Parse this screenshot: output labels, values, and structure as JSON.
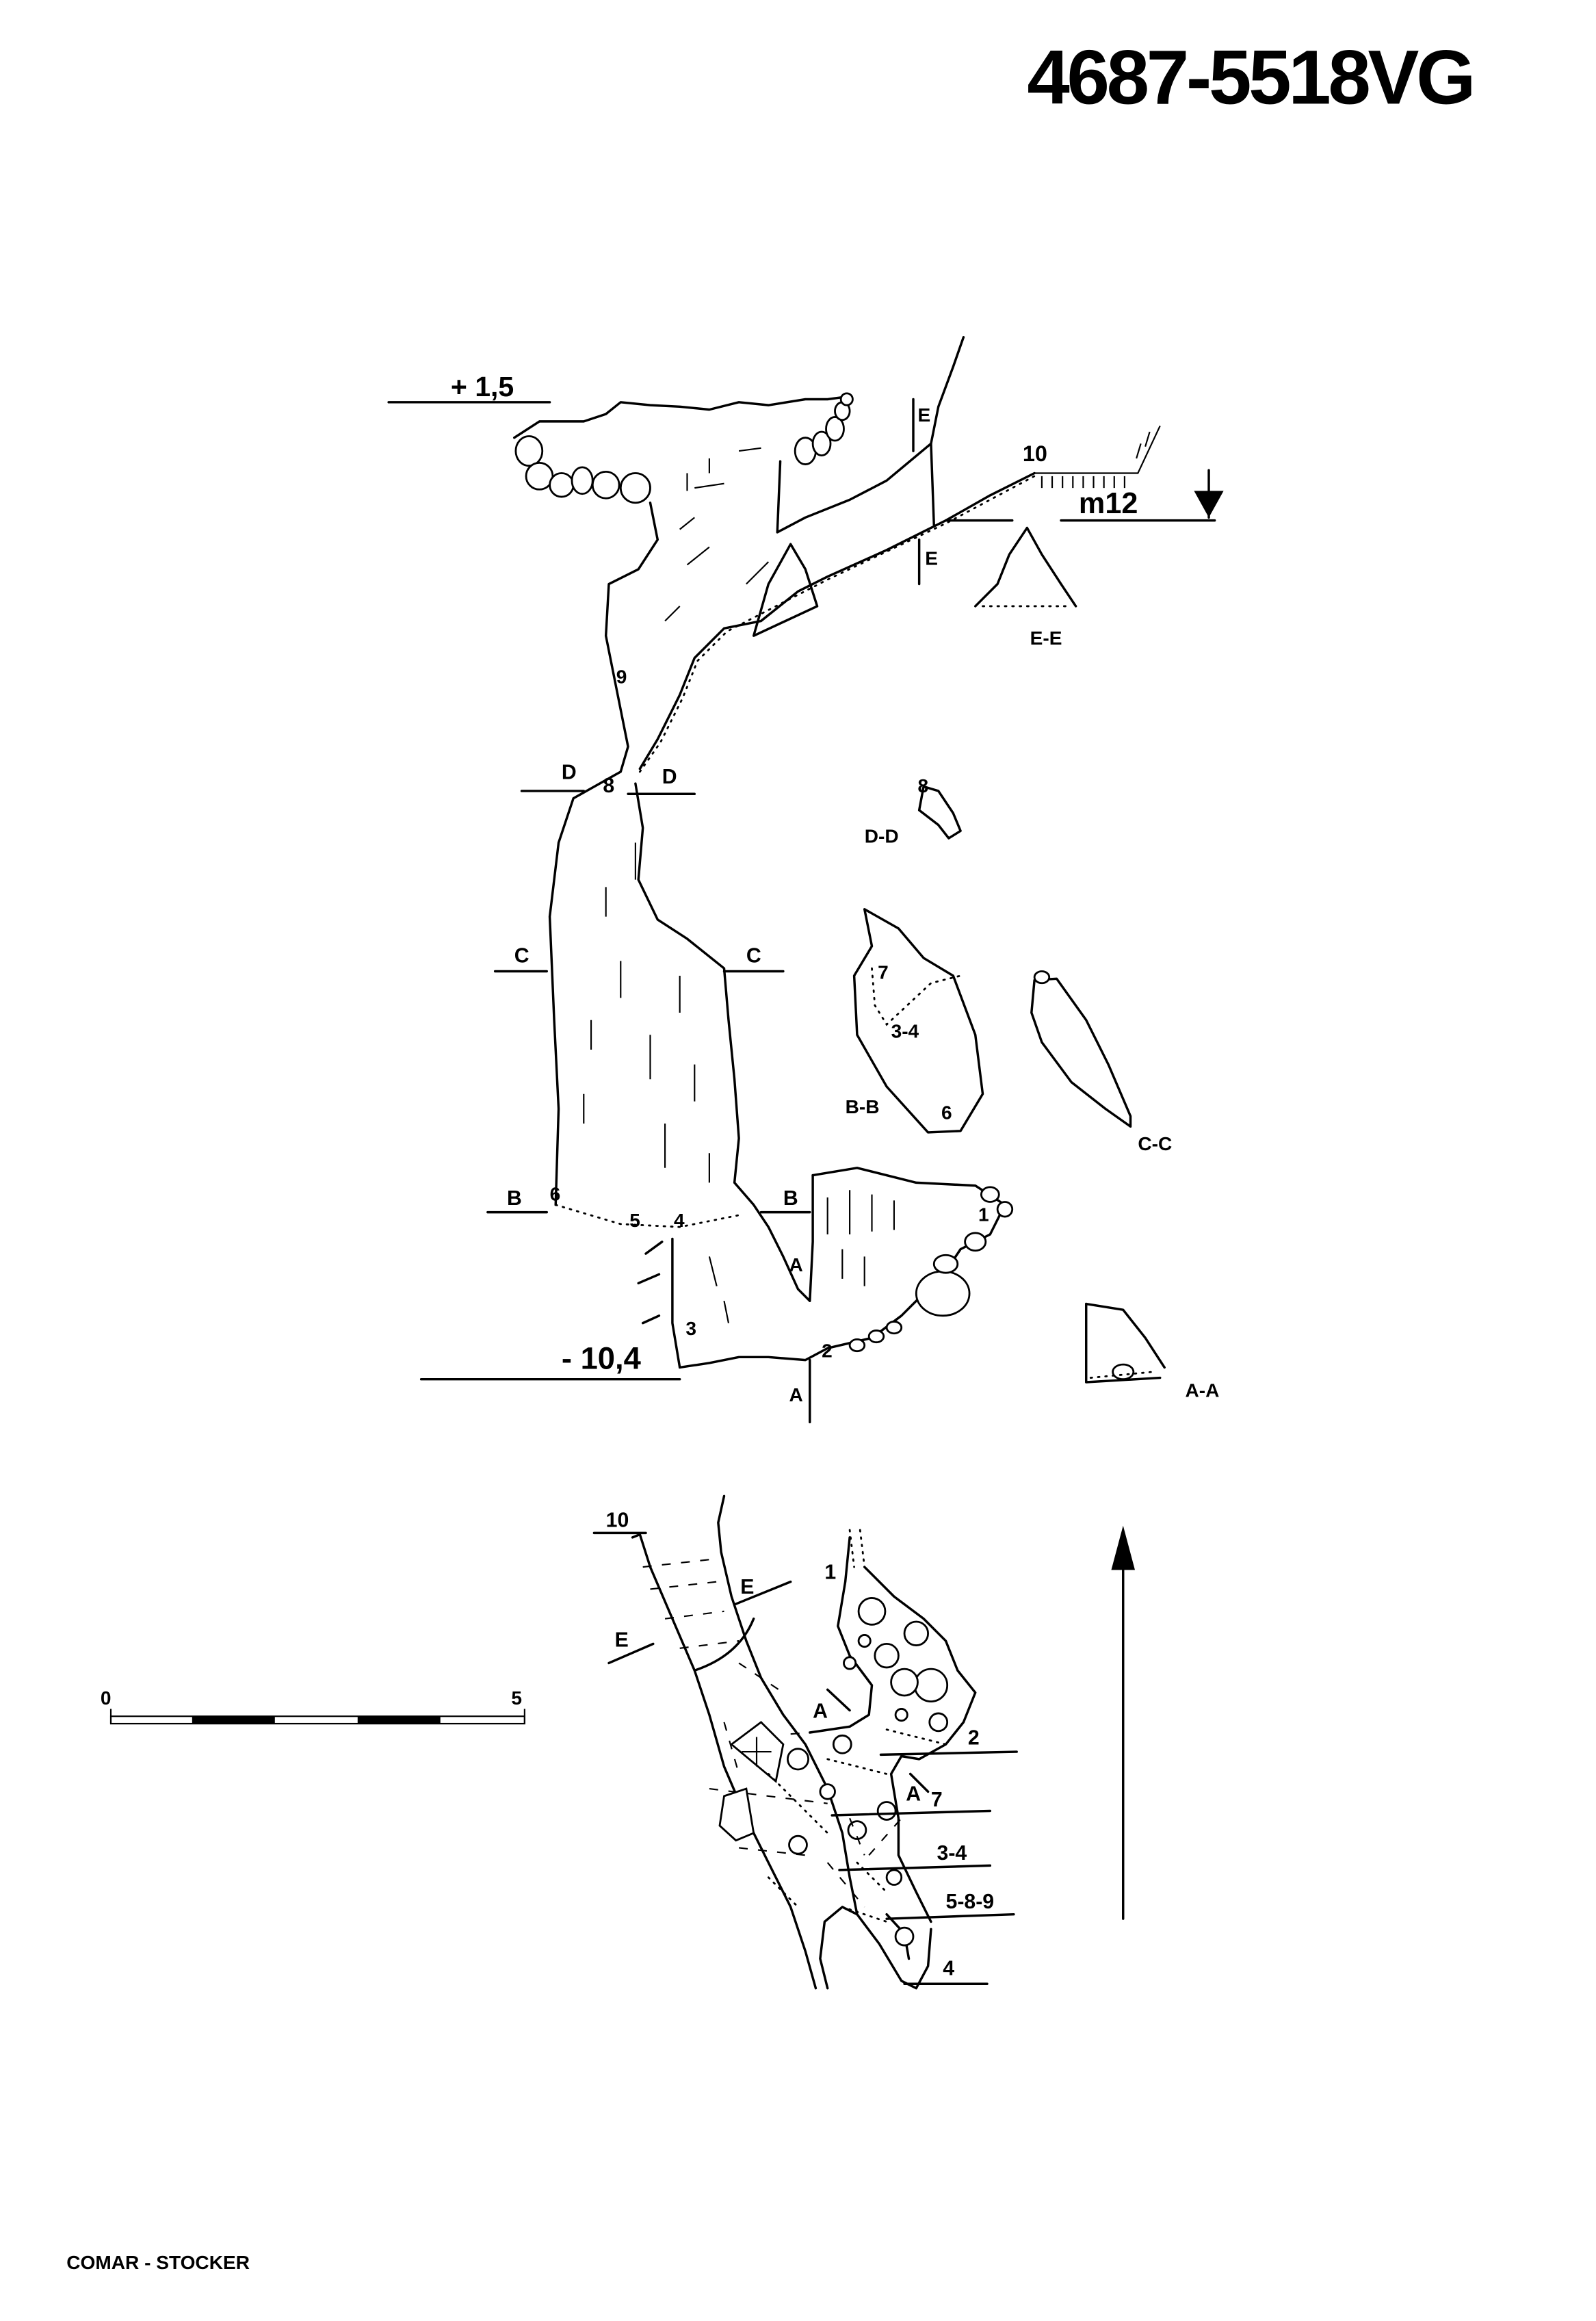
{
  "title": "4687-5518VG",
  "author": "COMAR - STOCKER",
  "profile": {
    "elev_top": "+ 1,5",
    "elev_bottom": "- 10,4",
    "water_mark": "m12",
    "stations": {
      "s1": "1",
      "s2": "2",
      "s3": "3",
      "s4": "4",
      "s5": "5",
      "s6": "6",
      "s8": "8",
      "s9": "9",
      "s10": "10"
    },
    "section_marks": {
      "a": "A",
      "b": "B",
      "c": "C",
      "d": "D",
      "e": "E"
    }
  },
  "sections": {
    "ee": {
      "label": "E-E"
    },
    "dd": {
      "label": "D-D",
      "station": "8"
    },
    "bb": {
      "label": "B-B",
      "st7": "7",
      "st34": "3-4",
      "st6": "6"
    },
    "cc": {
      "label": "C-C"
    },
    "aa": {
      "label": "A-A"
    }
  },
  "plan": {
    "st10": "10",
    "e1": "E",
    "e2": "E",
    "st1": "1",
    "a1": "A",
    "st2": "2",
    "a2": "A",
    "st7": "7",
    "st34": "3-4",
    "st589": "5-8-9",
    "st4": "4"
  },
  "scale": {
    "start": "0",
    "end": "5"
  }
}
